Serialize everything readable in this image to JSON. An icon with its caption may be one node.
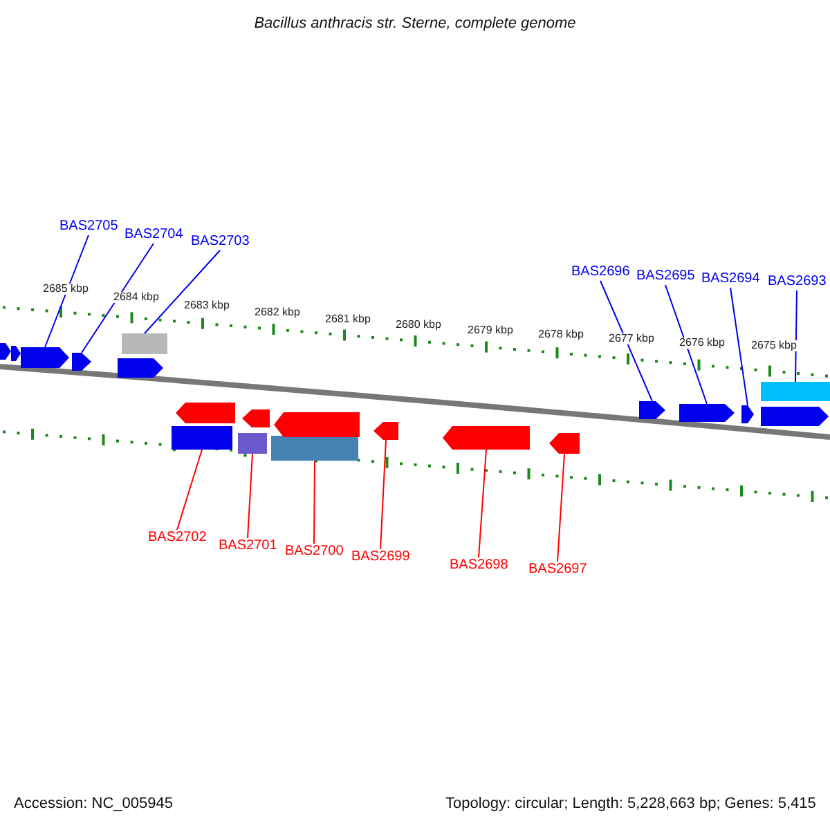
{
  "diagram": {
    "title": "Bacillus anthracis str. Sterne, complete genome",
    "nodes": [
      {
        "text": [
          "BAS2705"
        ]
      },
      {
        "text": [
          "BAS2704"
        ]
      },
      {
        "text": [
          "BAS2703"
        ]
      },
      {
        "text": [
          "BAS2696"
        ]
      },
      {
        "text": [
          "BAS2695"
        ]
      },
      {
        "text": [
          "BAS2694"
        ]
      },
      {
        "text": [
          "BAS2693"
        ]
      },
      {
        "text": [
          "BAS2702"
        ]
      },
      {
        "text": [
          "BAS2701"
        ]
      },
      {
        "text": [
          "BAS2700"
        ]
      },
      {
        "text": [
          "BAS2699"
        ]
      },
      {
        "text": [
          "BAS2698"
        ]
      },
      {
        "text": [
          "BAS2697"
        ]
      },
      {
        "text": [],
        "shape": "bar"
      },
      {
        "text": [],
        "shape": "bar"
      },
      {
        "text": [],
        "shape": "box"
      },
      {
        "text": [],
        "shape": "bar"
      },
      {
        "text": [],
        "shape": "bar"
      },
      {
        "text": [],
        "shape": "bar"
      },
      {
        "text": [],
        "shape": "box"
      },
      {
        "text": [],
        "shape": "box"
      },
      {
        "text": [],
        "shape": "box"
      },
      {
        "text": [],
        "shape": "box"
      },
      {
        "text": [],
        "shape": "bar"
      },
      {
        "text": [],
        "shape": "bar"
      },
      {
        "text": [],
        "shape": "bar"
      },
      {
        "text": [],
        "shape": "bar"
      },
      {
        "text": [],
        "shape": "bar"
      },
      {
        "text": [],
        "shape": "bar"
      },
      {
        "text": [],
        "shape": "bar"
      },
      {
        "text": [],
        "shape": "bar"
      },
      {
        "text": [],
        "shape": "bar"
      },
      {
        "text": [],
        "shape": "bar"
      }
    ],
    "edges": [
      {
        "from": 0,
        "to": 13,
        "arrow": "none"
      },
      {
        "from": 1,
        "to": 14,
        "arrow": "none"
      },
      {
        "from": 2,
        "to": 15,
        "arrow": "none"
      },
      {
        "from": 3,
        "to": 16,
        "arrow": "none"
      },
      {
        "from": 4,
        "to": 17,
        "arrow": "none"
      },
      {
        "from": 5,
        "to": 18,
        "arrow": "none"
      },
      {
        "from": 6,
        "to": 19,
        "arrow": "none"
      },
      {
        "from": 7,
        "to": 20,
        "arrow": "none",
        "color": "#ff0000"
      },
      {
        "from": 8,
        "to": 21,
        "arrow": "none",
        "color": "#ff0000"
      },
      {
        "from": 9,
        "to": 22,
        "arrow": "none",
        "color": "#ff0000"
      },
      {
        "from": 10,
        "to": 23,
        "arrow": "none",
        "color": "#ff0000"
      },
      {
        "from": 11,
        "to": 24,
        "arrow": "none",
        "color": "#ff0000"
      },
      {
        "from": 12,
        "to": 25,
        "arrow": "none",
        "color": "#ff0000"
      }
    ],
    "labels": [
      "2685 kbp",
      "2684 kbp",
      "2683 kbp",
      "2682 kbp",
      "2681 kbp",
      "2680 kbp",
      "2679 kbp",
      "2678 kbp",
      "2677 kbp",
      "2676 kbp",
      "2675 kbp",
      "Accession: NC_005945",
      "Topology: circular; Length: 5,228,663 bp; Genes: 5,415"
    ]
  }
}
